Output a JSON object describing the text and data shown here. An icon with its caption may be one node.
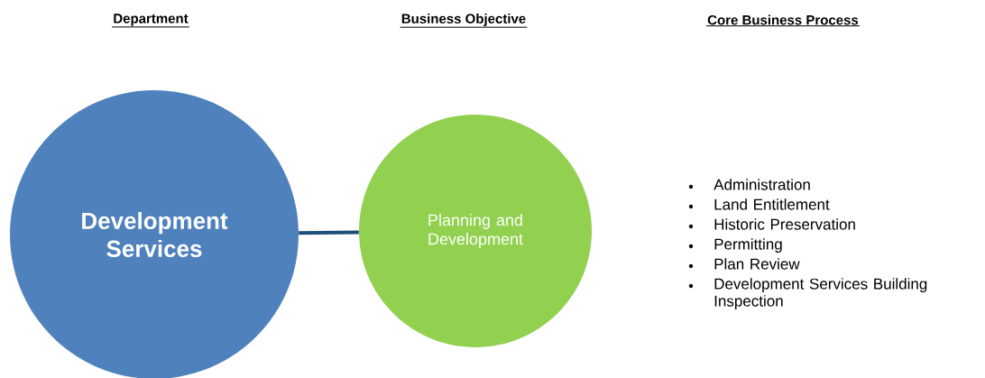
{
  "diagram": {
    "nodes": [
      {
        "text": [
          "Development Services"
        ]
      },
      {
        "text": [
          "Planning and Development"
        ]
      }
    ],
    "edges": [
      {
        "from": 0,
        "to": 1,
        "arrow": "none",
        "color": "#1f4e79"
      }
    ],
    "labels": [
      "Department",
      "Business Objective",
      "Core Business Process",
      "Administration",
      "Land Entitlement",
      "Historic Preservation",
      "Permitting",
      "Plan Review",
      "Development Services Building Inspection"
    ]
  }
}
